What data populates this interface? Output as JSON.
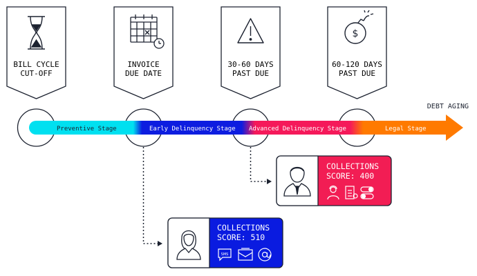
{
  "milestones": [
    {
      "line1": "BILL CYCLE",
      "line2": "CUT-OFF",
      "icon": "hourglass-icon"
    },
    {
      "line1": "INVOICE",
      "line2": "DUE DATE",
      "icon": "calendar-clock-icon"
    },
    {
      "line1": "30-60 DAYS",
      "line2": "PAST DUE",
      "icon": "warning-icon"
    },
    {
      "line1": "60-120 DAYS",
      "line2": "PAST DUE",
      "icon": "money-bomb-icon"
    }
  ],
  "axis_label": "DEBT AGING",
  "stages": [
    {
      "label": "Preventive Stage",
      "color": "#00e0f0"
    },
    {
      "label": "Early Delinquency Stage",
      "color": "#0d1de0"
    },
    {
      "label": "Advanced Delinquency Stage",
      "color": "#f5195a"
    },
    {
      "label": "Legal Stage",
      "color": "#ff7a00"
    }
  ],
  "cards": [
    {
      "line1": "COLLECTIONS",
      "line2": "SCORE: 400",
      "color": "#f21d54",
      "person_icon": "businessman-icon",
      "channel_icons": [
        "call-agent-icon",
        "legal-document-icon",
        "toggle-icon"
      ]
    },
    {
      "line1": "COLLECTIONS",
      "line2": "SCORE: 510",
      "color": "#0a1be0",
      "person_icon": "woman-icon",
      "channel_icons": [
        "sms-icon",
        "email-icon",
        "at-sign-icon"
      ]
    }
  ],
  "sms_text": "SMS"
}
